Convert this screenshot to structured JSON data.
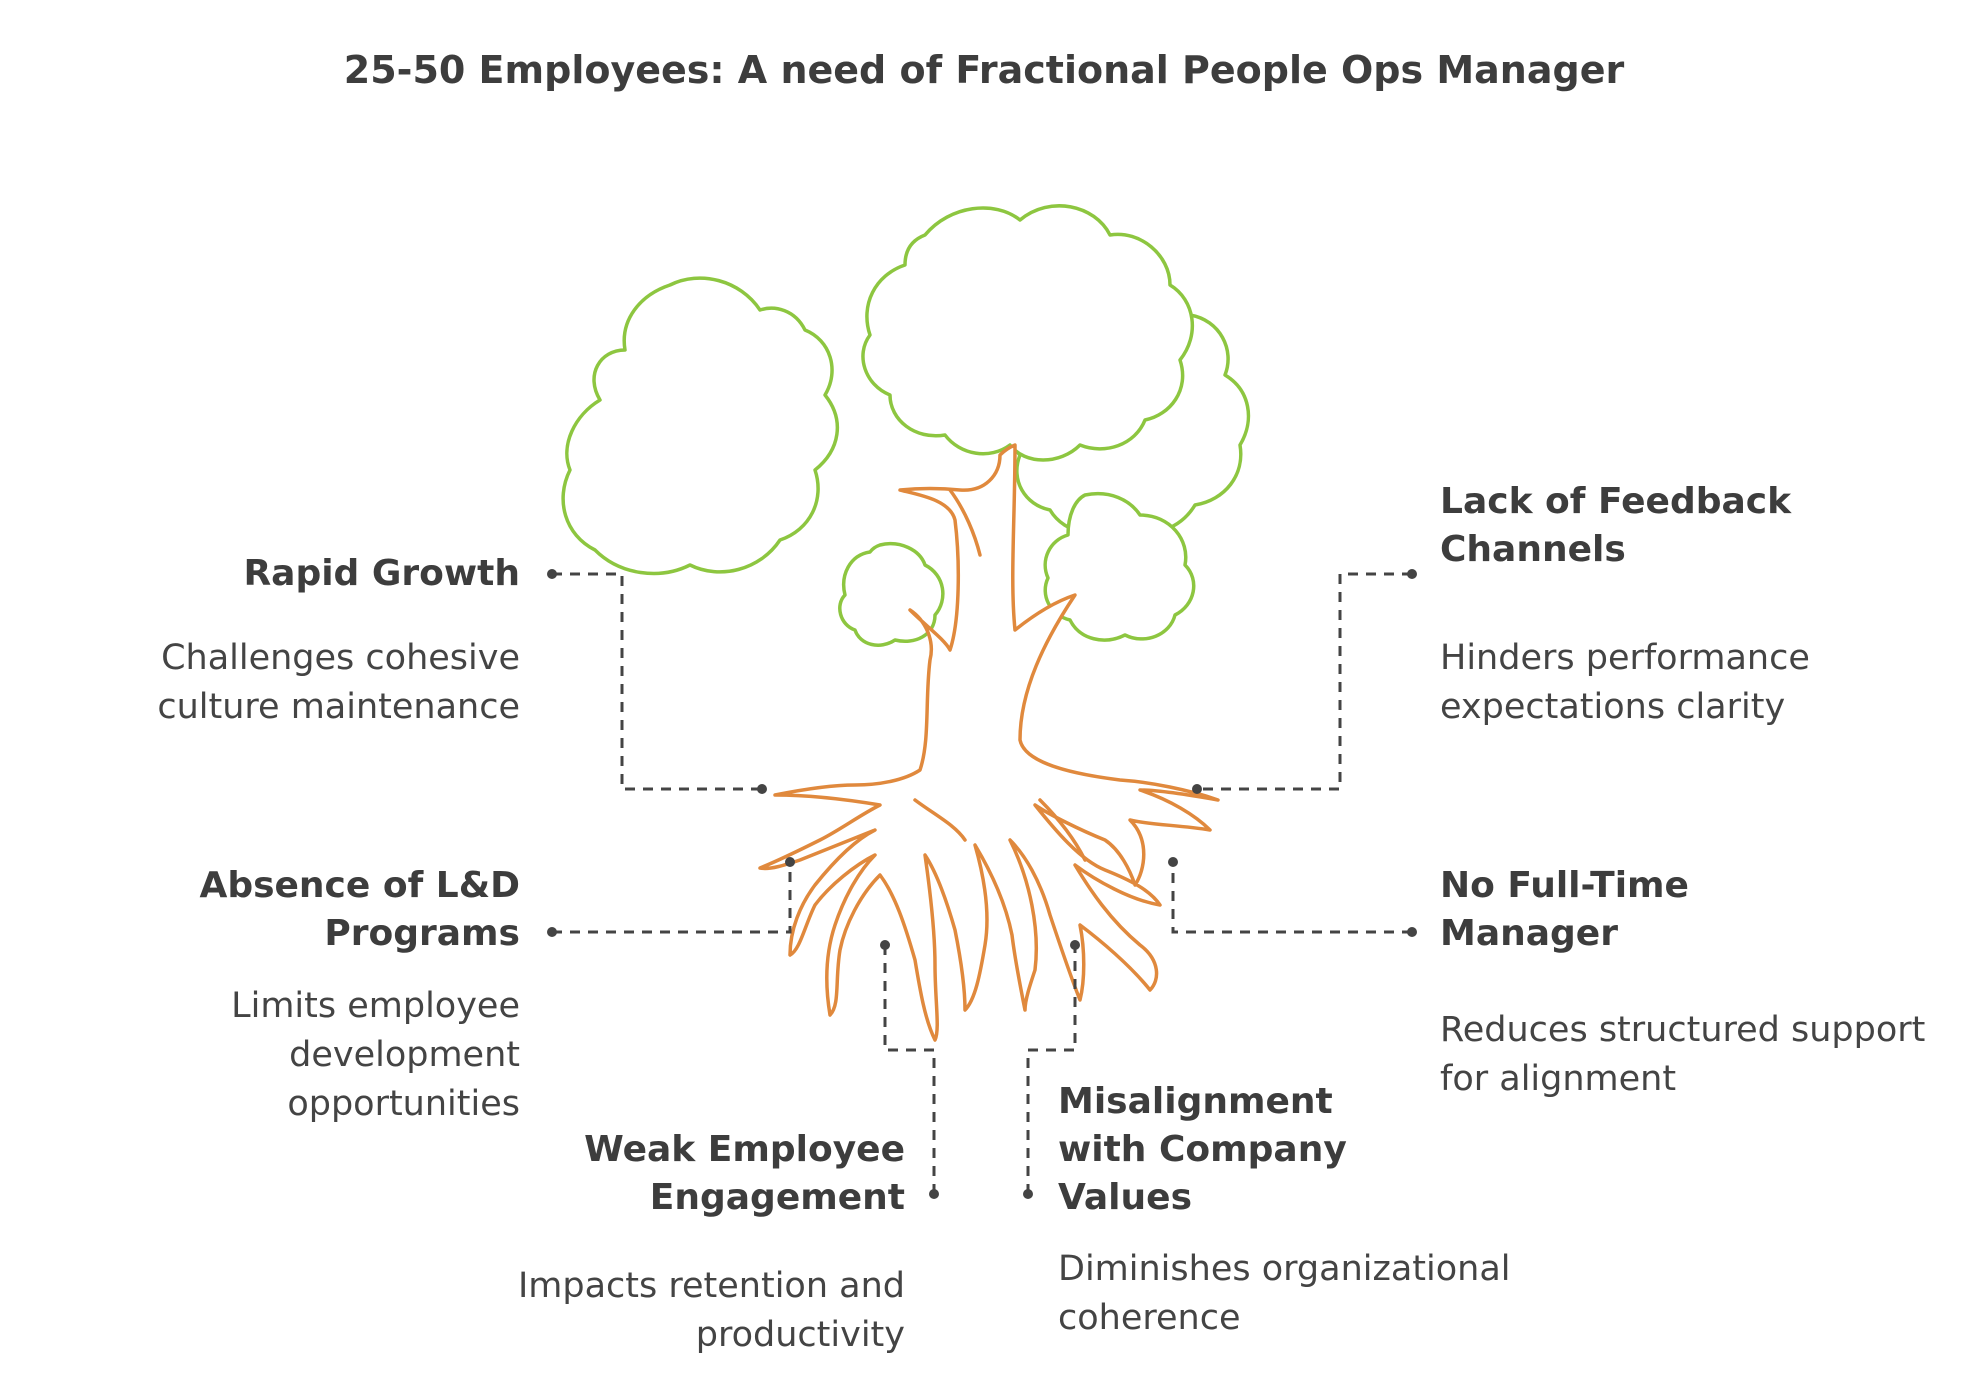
{
  "title": "25-50 Employees: A need of Fractional People Ops Manager",
  "colors": {
    "foliage": "#8dc640",
    "trunk": "#e0893d",
    "connector": "#444444"
  },
  "items": [
    {
      "title": "Rapid Growth",
      "description": "Challenges cohesive culture maintenance"
    },
    {
      "title": "Absence of L&D Programs",
      "description": "Limits employee development opportunities"
    },
    {
      "title": "Weak Employee Engagement",
      "description": "Impacts retention and productivity"
    },
    {
      "title": "Misalignment with Company Values",
      "description": "Diminishes organizational coherence"
    },
    {
      "title": "Lack of Feedback Channels",
      "description": "Hinders performance expectations clarity"
    },
    {
      "title": "No Full-Time Manager",
      "description": "Reduces structured support for alignment"
    }
  ]
}
